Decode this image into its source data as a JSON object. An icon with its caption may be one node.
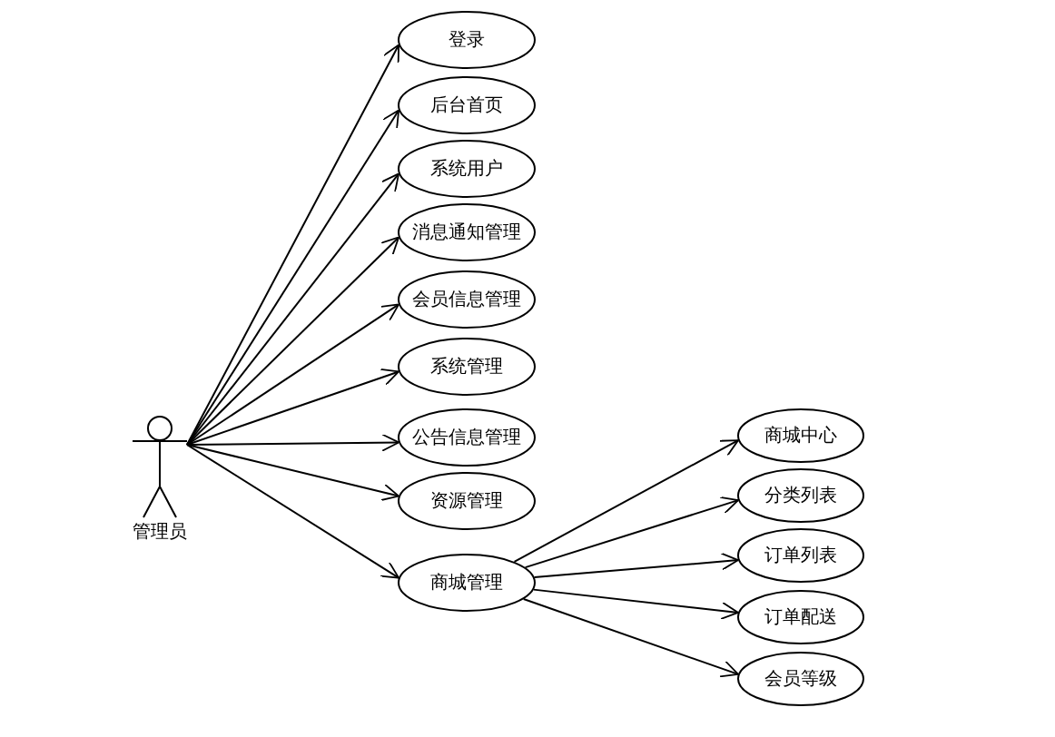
{
  "diagram": {
    "nodes": [
      {
        "text": [
          "管理员"
        ]
      },
      {
        "text": [
          "登录"
        ]
      },
      {
        "text": [
          "后台首页"
        ]
      },
      {
        "text": [
          "系统用户"
        ]
      },
      {
        "text": [
          "消息通知管理"
        ]
      },
      {
        "text": [
          "会员信息管理"
        ]
      },
      {
        "text": [
          "系统管理"
        ]
      },
      {
        "text": [
          "公告信息管理"
        ]
      },
      {
        "text": [
          "资源管理"
        ]
      },
      {
        "text": [
          "商城管理"
        ]
      },
      {
        "text": [
          "商城中心"
        ]
      },
      {
        "text": [
          "分类列表"
        ]
      },
      {
        "text": [
          "订单列表"
        ]
      },
      {
        "text": [
          "订单配送"
        ]
      },
      {
        "text": [
          "会员等级"
        ]
      }
    ],
    "edges": [
      {
        "from": 0,
        "to": 1,
        "arrow": "to"
      },
      {
        "from": 0,
        "to": 2,
        "arrow": "to"
      },
      {
        "from": 0,
        "to": 3,
        "arrow": "to"
      },
      {
        "from": 0,
        "to": 4,
        "arrow": "to"
      },
      {
        "from": 0,
        "to": 5,
        "arrow": "to"
      },
      {
        "from": 0,
        "to": 6,
        "arrow": "to"
      },
      {
        "from": 0,
        "to": 7,
        "arrow": "to"
      },
      {
        "from": 0,
        "to": 8,
        "arrow": "to"
      },
      {
        "from": 0,
        "to": 9,
        "arrow": "to"
      },
      {
        "from": 9,
        "to": 10,
        "arrow": "to"
      },
      {
        "from": 9,
        "to": 11,
        "arrow": "to"
      },
      {
        "from": 9,
        "to": 12,
        "arrow": "to"
      },
      {
        "from": 9,
        "to": 13,
        "arrow": "to"
      },
      {
        "from": 9,
        "to": 14,
        "arrow": "to"
      }
    ]
  }
}
